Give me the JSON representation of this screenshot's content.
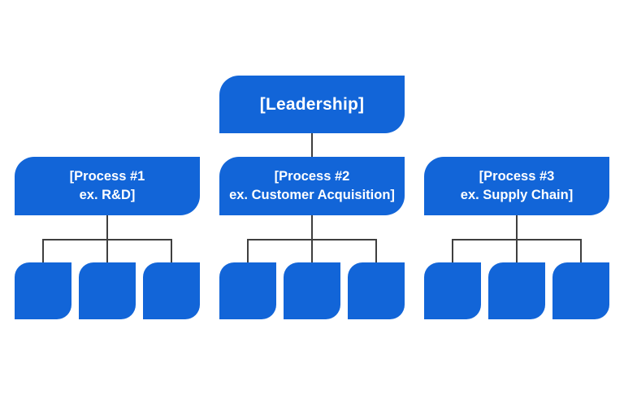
{
  "colors": {
    "background": "#ffffff",
    "node_fill": "#1265d8",
    "node_text": "#ffffff",
    "connector": "#3f3f3f"
  },
  "diagram": {
    "type": "org-chart",
    "root": {
      "label": "[Leadership]"
    },
    "groups": [
      {
        "label": "[Process #1\nex. R&D]",
        "children_count": 3
      },
      {
        "label": "[Process #2\nex. Customer Acquisition]",
        "children_count": 3
      },
      {
        "label": "[Process #3\nex. Supply Chain]",
        "children_count": 3
      }
    ]
  }
}
